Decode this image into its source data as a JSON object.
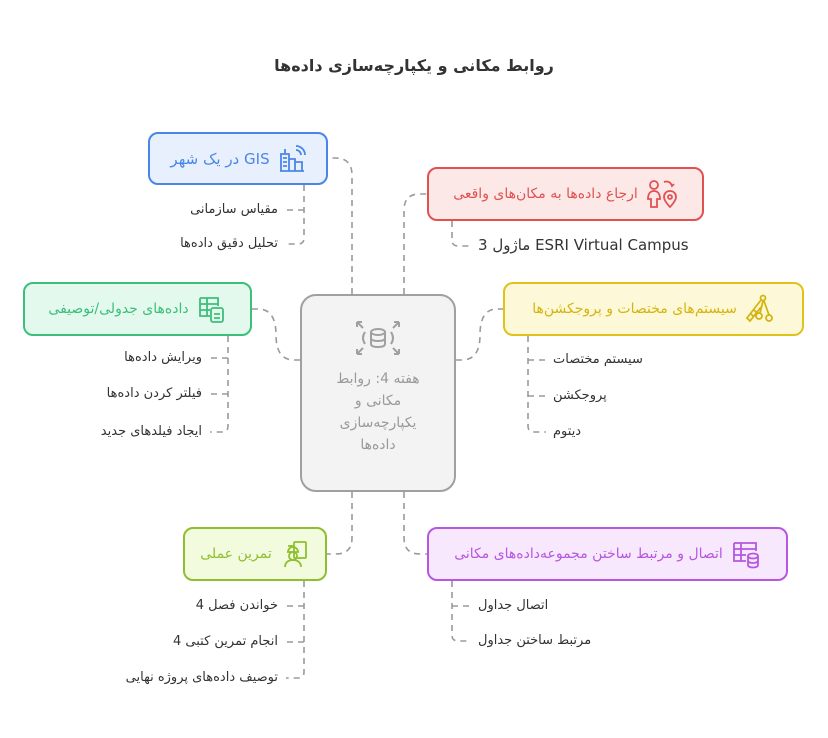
{
  "title": "روابط مکانی و یکپارچه‌سازی داده‌ها",
  "center": {
    "lines": [
      "هفته 4: روابط",
      "مکانی و",
      "یکپارچه‌سازی",
      "داده‌ها"
    ],
    "icon": "database-expand-icon"
  },
  "branches": {
    "gis": {
      "label": "GIS در یک شهر",
      "icon": "city-building-icon",
      "color": "#4a86e8",
      "items": [
        "مقیاس سازمانی",
        "تحلیل دقیق داده‌ها"
      ]
    },
    "georef": {
      "label": "ارجاع داده‌ها به مکان‌های واقعی",
      "icon": "person-location-icon",
      "color": "#e05252",
      "items": [
        "ESRI Virtual Campus ماژول 3"
      ]
    },
    "tabular": {
      "label": "داده‌های جدولی/توصیفی",
      "icon": "table-document-icon",
      "color": "#3cbf7a",
      "items": [
        "ویرایش داده‌ها",
        "فیلتر کردن داده‌ها",
        "ایجاد فیلدهای جدید"
      ]
    },
    "coords": {
      "label": "سیستم‌های مختصات و پروجکشن‌ها",
      "icon": "geometry-tool-icon",
      "color": "#e0c21a",
      "items": [
        "سیستم مختصات",
        "پروجکشن",
        "دیتوم"
      ]
    },
    "practice": {
      "label": "تمرین عملی",
      "icon": "worker-board-icon",
      "color": "#8fbf2f",
      "items": [
        "خواندن فصل 4",
        "انجام تمرین کتبی 4",
        "توصیف داده‌های پروژه نهایی"
      ]
    },
    "join": {
      "label": "اتصال و مرتبط ساختن مجموعه‌داده‌های مکانی",
      "icon": "table-database-icon",
      "color": "#b657e0",
      "items": [
        "اتصال جداول",
        "مرتبط ساختن جداول"
      ]
    }
  }
}
